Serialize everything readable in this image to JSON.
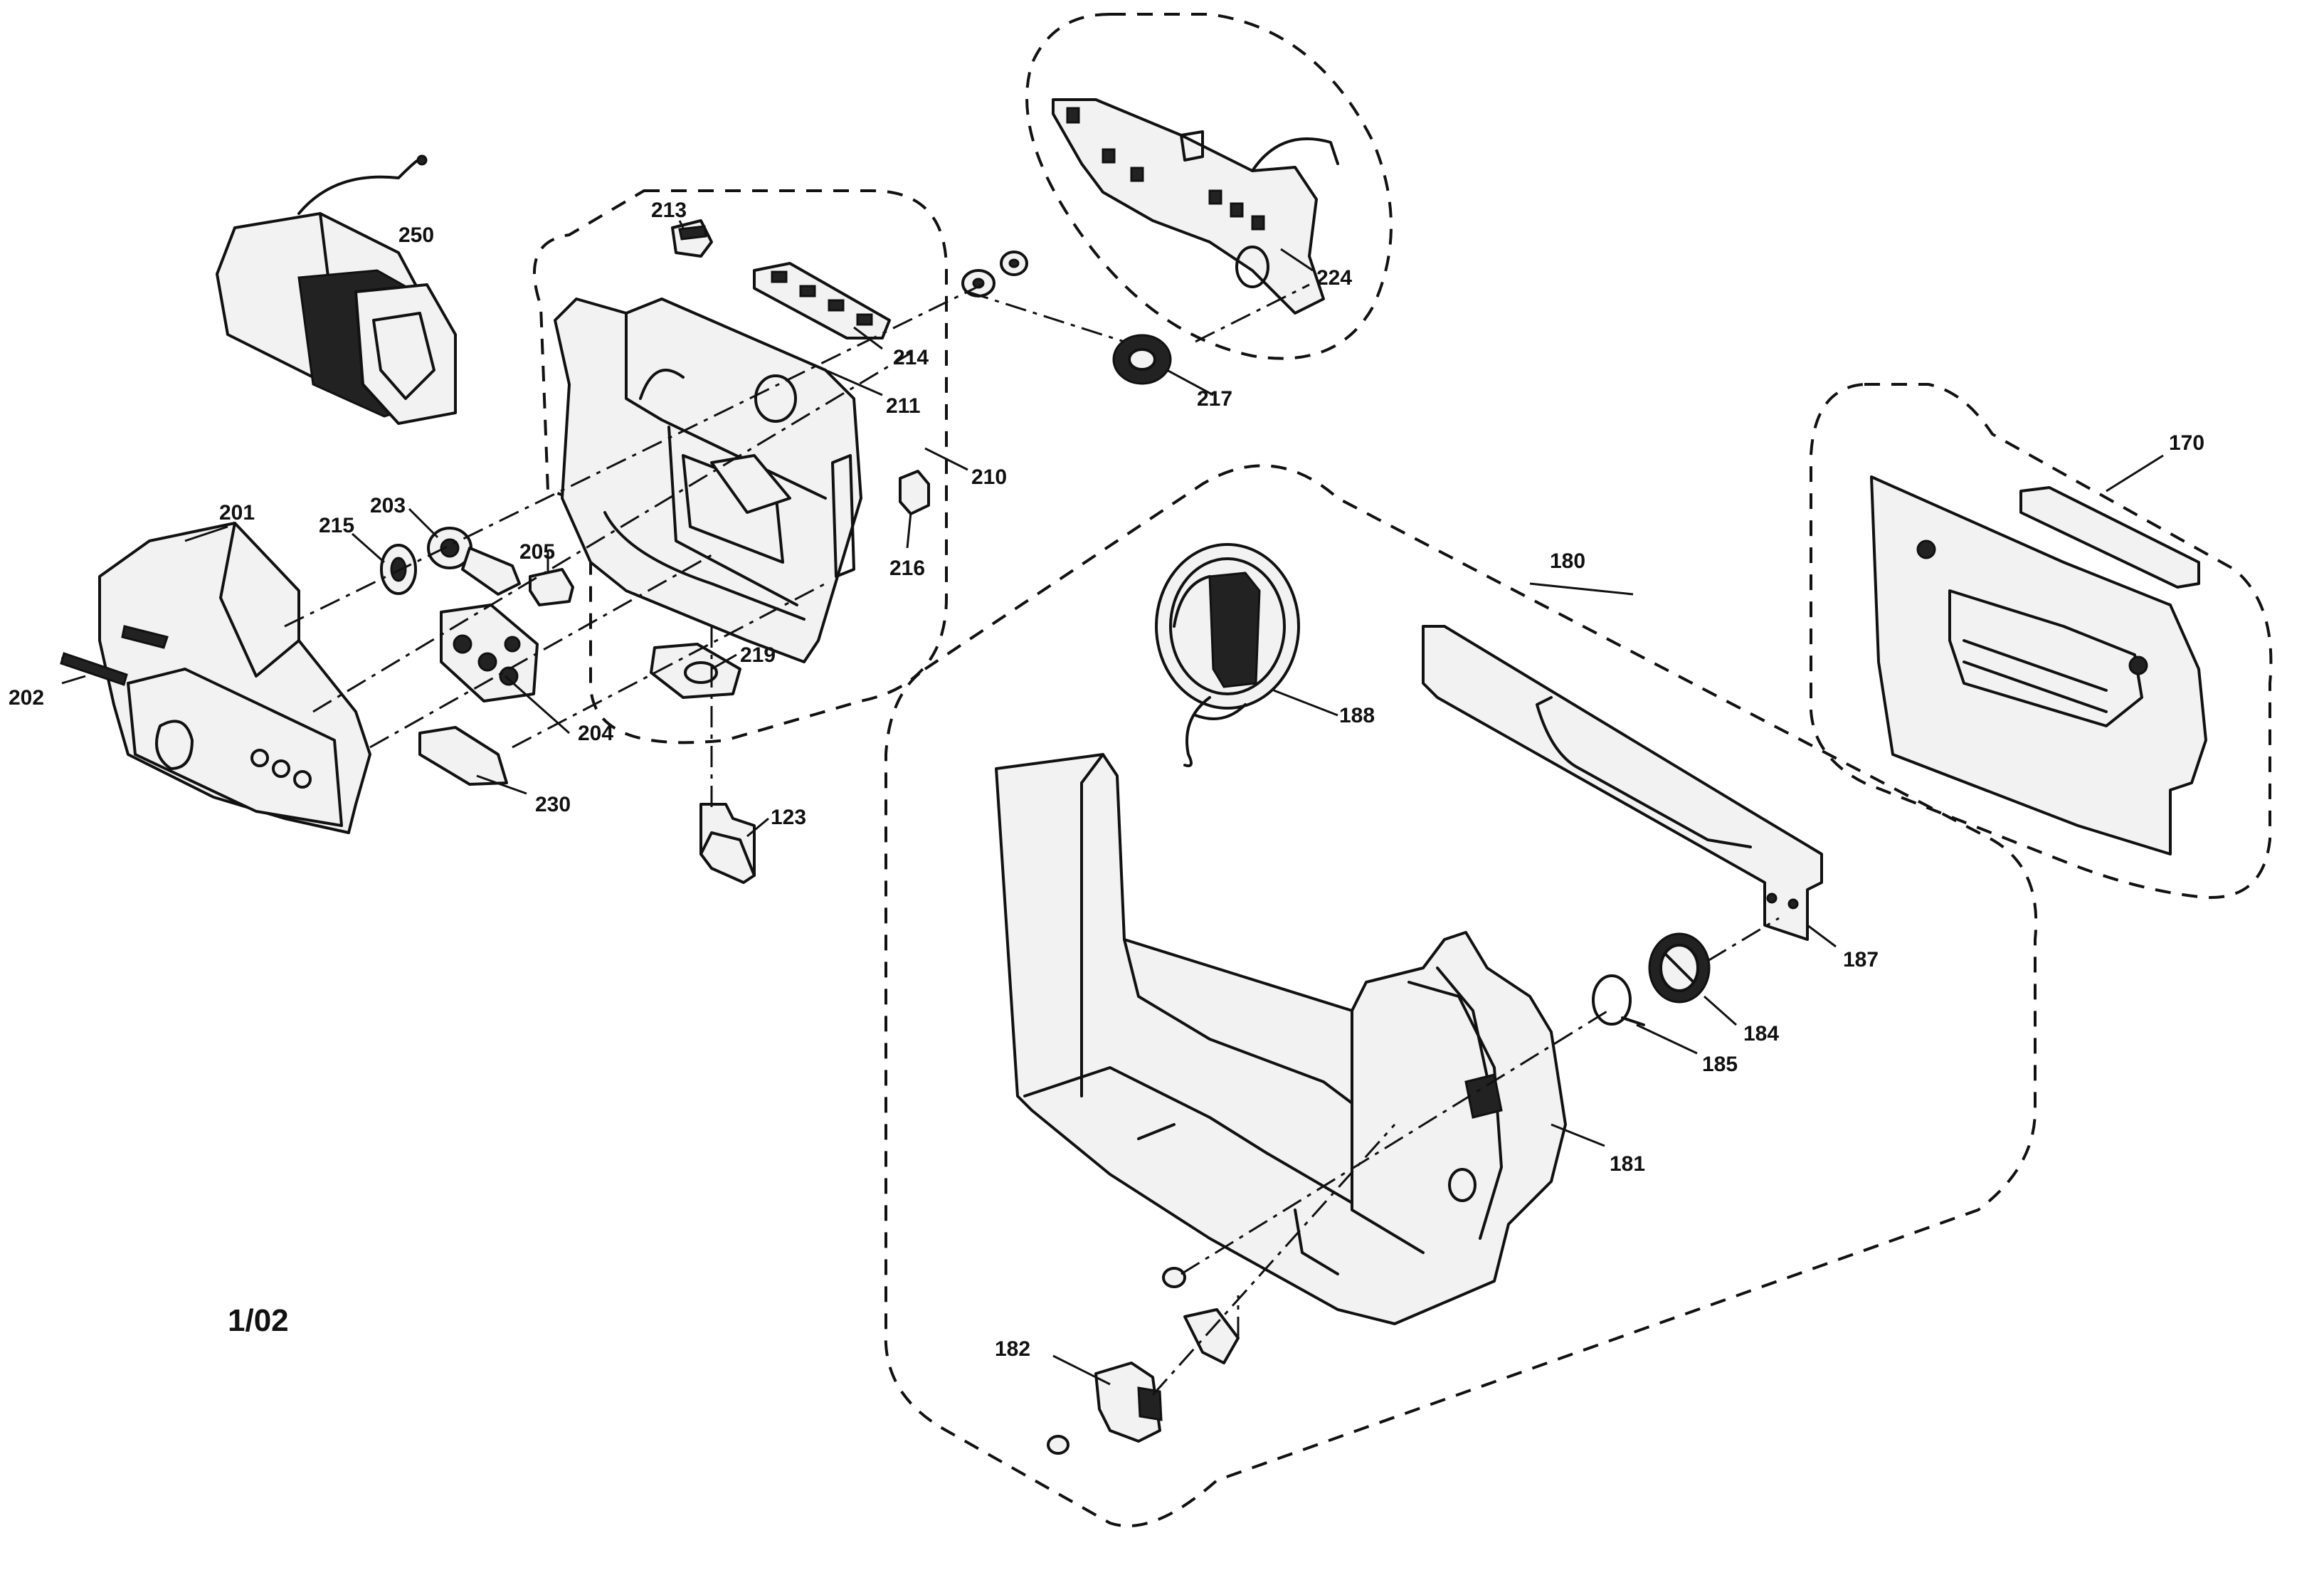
{
  "diagram": {
    "page_code": "1/02",
    "callouts": {
      "c123": "123",
      "c170": "170",
      "c180": "180",
      "c181": "181",
      "c182": "182",
      "c184": "184",
      "c185": "185",
      "c187": "187",
      "c188": "188",
      "c201": "201",
      "c202": "202",
      "c203": "203",
      "c204": "204",
      "c205": "205",
      "c210": "210",
      "c211": "211",
      "c213": "213",
      "c214": "214",
      "c215": "215",
      "c216": "216",
      "c217": "217",
      "c219": "219",
      "c224": "224",
      "c230": "230",
      "c250": "250"
    },
    "colors": {
      "line": "#111111",
      "background": "#ffffff"
    }
  }
}
